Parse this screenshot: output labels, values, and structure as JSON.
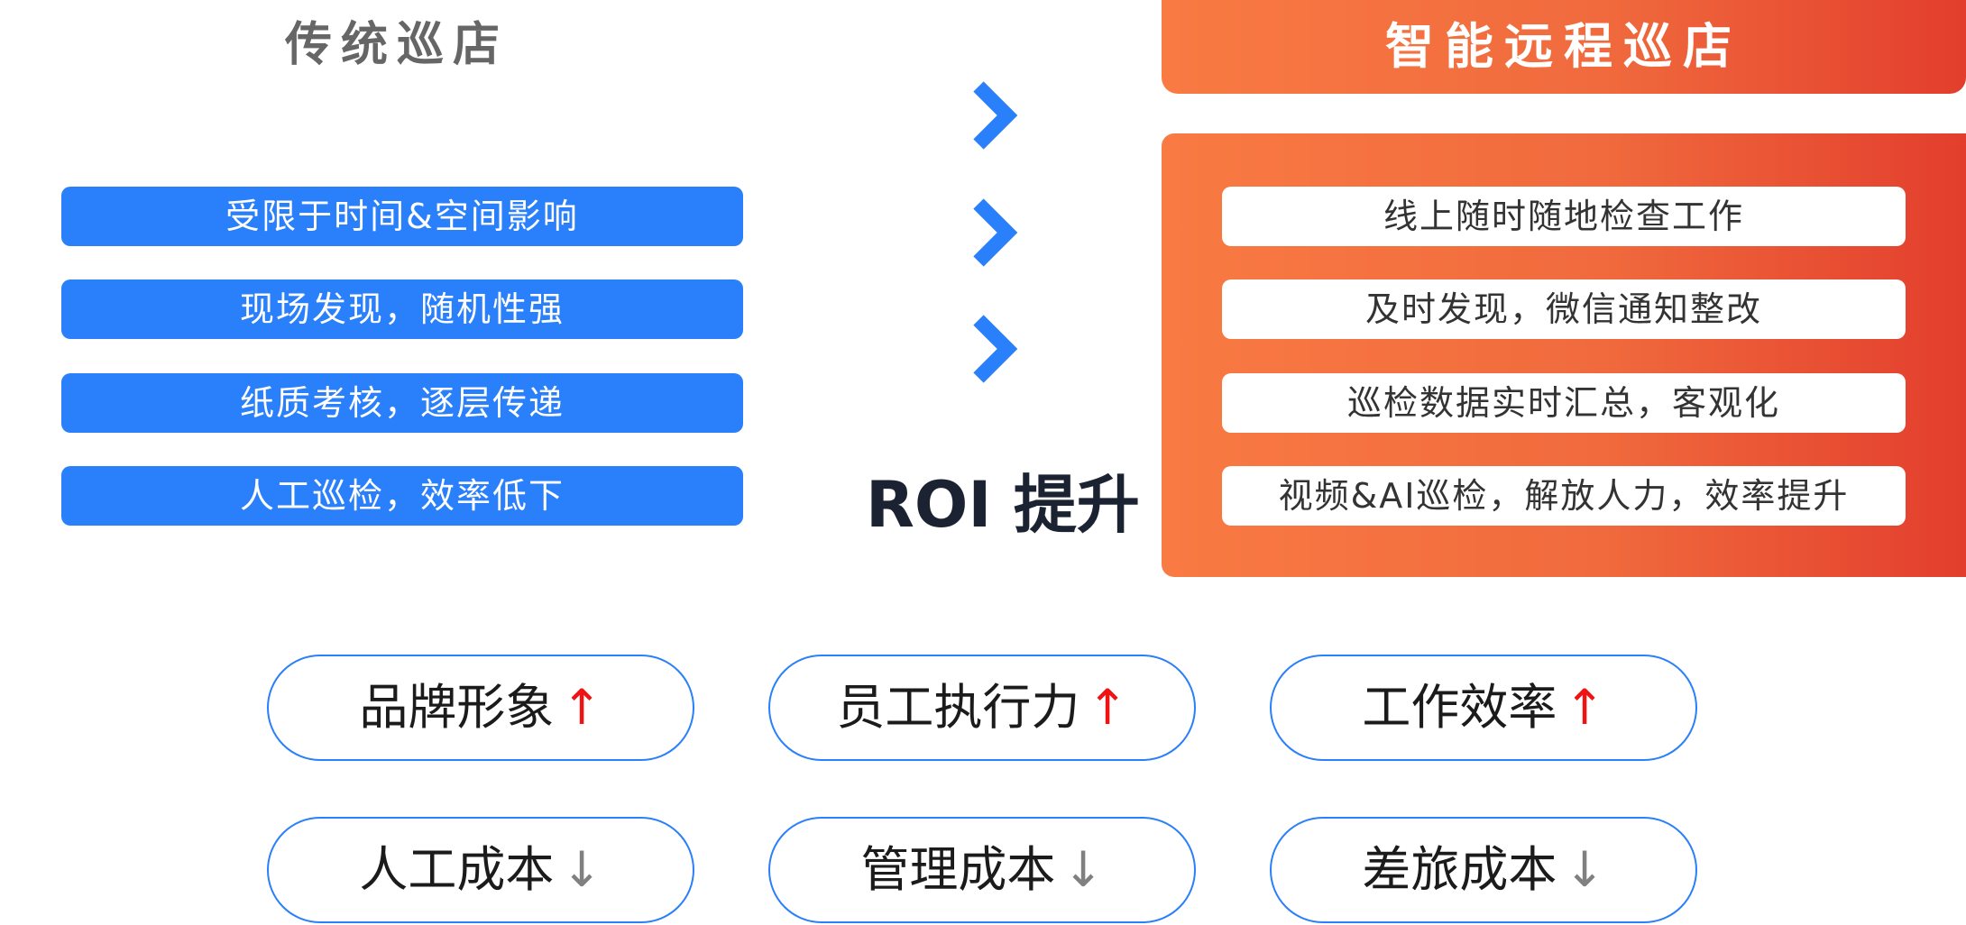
{
  "left": {
    "title": "传统巡店",
    "items": [
      "受限于时间&空间影响",
      "现场发现，随机性强",
      "纸质考核，逐层传递",
      "人工巡检，效率低下"
    ]
  },
  "middle": {
    "roi_label": "ROI 提升"
  },
  "right": {
    "title": "智能远程巡店",
    "items": [
      "线上随时随地检查工作",
      "及时发现，微信通知整改",
      "巡检数据实时汇总，客观化",
      "视频&AI巡检，解放人力，效率提升"
    ]
  },
  "benefits": {
    "up_arrow": "↑",
    "down_arrow": "↓",
    "increases": [
      "品牌形象",
      "员工执行力",
      "工作效率"
    ],
    "decreases": [
      "人工成本",
      "管理成本",
      "差旅成本"
    ]
  },
  "colors": {
    "blue": "#2a7ffb",
    "orange_start": "#f97a43",
    "orange_end": "#e33e2d",
    "up_arrow": "#f01313",
    "down_arrow": "#808080"
  }
}
